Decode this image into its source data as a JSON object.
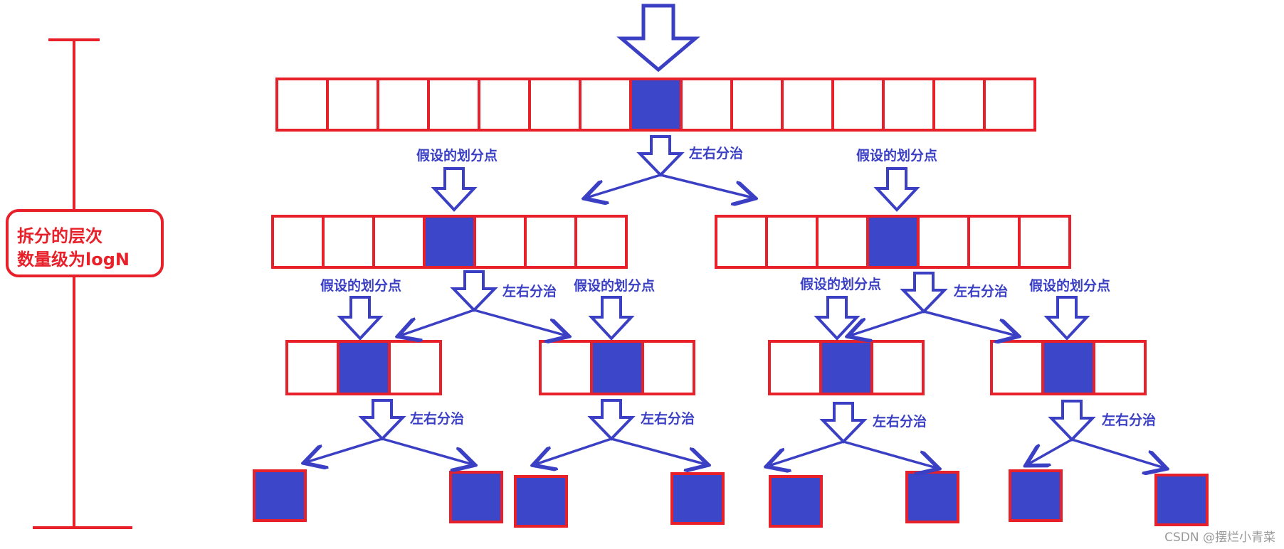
{
  "diagram": {
    "level_note": {
      "line1": "拆分的层次",
      "line2": "数量级为logN"
    },
    "pivot_label": "假设的划分点",
    "divide_label": "左右分治",
    "watermark": "CSDN @摆烂小青菜"
  },
  "colors": {
    "cell_border": "#e8202a",
    "pivot_fill": "#3b46c9",
    "arrow": "#3a3fc4",
    "bracket": "#e8202a"
  },
  "levels": [
    {
      "level": 0,
      "arrays": [
        {
          "cells": 15,
          "pivot_index": 7
        }
      ]
    },
    {
      "level": 1,
      "arrays": [
        {
          "cells": 7,
          "pivot_index": 3
        },
        {
          "cells": 7,
          "pivot_index": 3
        }
      ]
    },
    {
      "level": 2,
      "arrays": [
        {
          "cells": 3,
          "pivot_index": 1
        },
        {
          "cells": 3,
          "pivot_index": 1
        },
        {
          "cells": 3,
          "pivot_index": 1
        },
        {
          "cells": 3,
          "pivot_index": 1
        }
      ]
    },
    {
      "level": 3,
      "arrays": [
        {
          "cells": 1,
          "pivot_index": 0
        },
        {
          "cells": 1,
          "pivot_index": 0
        },
        {
          "cells": 1,
          "pivot_index": 0
        },
        {
          "cells": 1,
          "pivot_index": 0
        },
        {
          "cells": 1,
          "pivot_index": 0
        },
        {
          "cells": 1,
          "pivot_index": 0
        },
        {
          "cells": 1,
          "pivot_index": 0
        },
        {
          "cells": 1,
          "pivot_index": 0
        }
      ]
    }
  ]
}
